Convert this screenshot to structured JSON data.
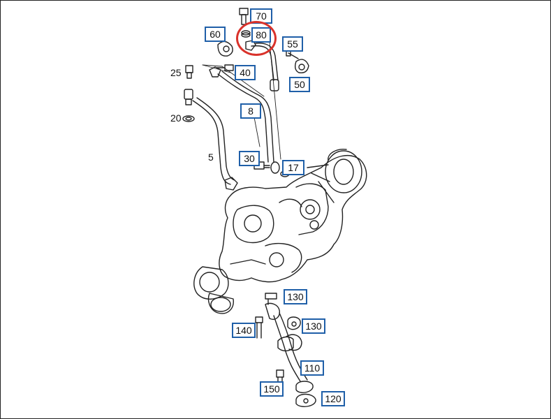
{
  "diagram": {
    "callouts": [
      {
        "id": "70",
        "label": "70"
      },
      {
        "id": "80",
        "label": "80",
        "highlighted": true
      },
      {
        "id": "60",
        "label": "60"
      },
      {
        "id": "55",
        "label": "55"
      },
      {
        "id": "40",
        "label": "40"
      },
      {
        "id": "50",
        "label": "50"
      },
      {
        "id": "8",
        "label": "8"
      },
      {
        "id": "30",
        "label": "30"
      },
      {
        "id": "17",
        "label": "17"
      },
      {
        "id": "130a",
        "label": "130"
      },
      {
        "id": "130b",
        "label": "130"
      },
      {
        "id": "140",
        "label": "140"
      },
      {
        "id": "110",
        "label": "110"
      },
      {
        "id": "150",
        "label": "150"
      },
      {
        "id": "120",
        "label": "120"
      }
    ],
    "plain_labels": [
      {
        "id": "25",
        "label": "25"
      },
      {
        "id": "20",
        "label": "20"
      },
      {
        "id": "5",
        "label": "5"
      }
    ],
    "colors": {
      "callout_border": "#1f5fa8",
      "highlight": "#d9322b",
      "line": "#222222"
    }
  }
}
